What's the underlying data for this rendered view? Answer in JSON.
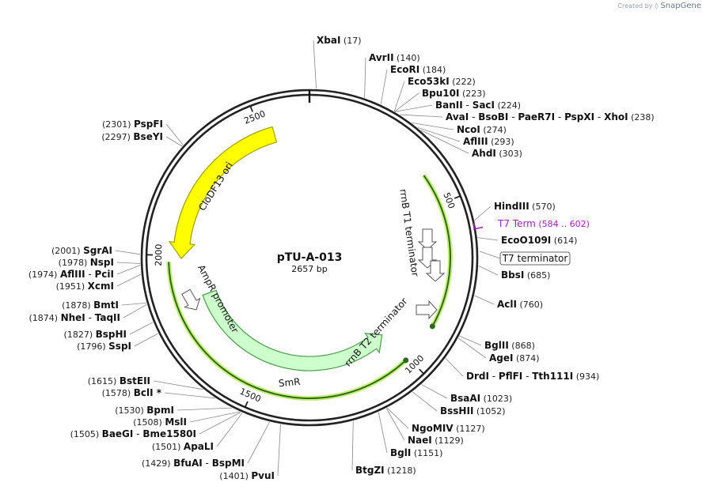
{
  "credit": {
    "prefix": "Created by",
    "brand": "SnapGene"
  },
  "plasmid": {
    "name": "pTU-A-013",
    "length_label": "2657 bp",
    "length": 2657
  },
  "ticks": [
    {
      "pos": 500,
      "label": "500"
    },
    {
      "pos": 1000,
      "label": "1000"
    },
    {
      "pos": 1500,
      "label": "1500"
    },
    {
      "pos": 2000,
      "label": "2000"
    },
    {
      "pos": 2500,
      "label": "2500"
    }
  ],
  "features": [
    {
      "name": "CloDF13 ori",
      "start": 2540,
      "end": 1990,
      "color": "#ffff00",
      "stroke": "#a0a000",
      "ring": "inner"
    },
    {
      "name": "SmR",
      "start": 1850,
      "end": 1010,
      "color": "#ccffcc",
      "stroke": "#4a9a4a",
      "ring": "inner"
    },
    {
      "name": "AmpR promoter",
      "start": 1920,
      "end": 1840,
      "color": "#ffffff",
      "stroke": "#555555",
      "ring": "inner"
    },
    {
      "name": "rrnB T1 terminator",
      "start": 660,
      "end": 690,
      "color": "#ffffff",
      "stroke": "#555555",
      "ring": "inner"
    },
    {
      "name": "rrnB T2 terminator",
      "start": 920,
      "end": 945,
      "color": "#ffffff",
      "stroke": "#555555",
      "ring": "inner"
    }
  ],
  "feature_labels": [
    {
      "text": "CloDF13 ori"
    },
    {
      "text": "AmpR promoter"
    },
    {
      "text": "rrnB T1 terminator"
    },
    {
      "text": "rrnB T2 terminator"
    },
    {
      "text": "SmR"
    }
  ],
  "t7": {
    "term_label": "T7 Term",
    "term_range": "(584 .. 602)",
    "terminator_box": "T7 terminator",
    "term_color": "#a020c0"
  },
  "right_sites": [
    {
      "names": [
        "XbaI"
      ],
      "pos": "(17)"
    },
    {
      "names": [
        "AvrII"
      ],
      "pos": "(140)"
    },
    {
      "names": [
        "EcoRI"
      ],
      "pos": "(184)"
    },
    {
      "names": [
        "Eco53kI"
      ],
      "pos": "(222)"
    },
    {
      "names": [
        "Bpu10I"
      ],
      "pos": "(223)"
    },
    {
      "names": [
        "BanII",
        "SacI"
      ],
      "pos": "(224)"
    },
    {
      "names": [
        "AvaI",
        "BsoBI",
        "PaeR7I",
        "PspXI",
        "XhoI"
      ],
      "pos": "(238)"
    },
    {
      "names": [
        "NcoI"
      ],
      "pos": "(274)"
    },
    {
      "names": [
        "AflIII"
      ],
      "pos": "(293)"
    },
    {
      "names": [
        "AhdI"
      ],
      "pos": "(303)"
    },
    {
      "names": [
        "HindIII"
      ],
      "pos": "(570)"
    },
    {
      "names": [
        "EcoO109I"
      ],
      "pos": "(614)"
    },
    {
      "names": [
        "BbsI"
      ],
      "pos": "(685)"
    },
    {
      "names": [
        "AclI"
      ],
      "pos": "(760)"
    },
    {
      "names": [
        "BglII"
      ],
      "pos": "(868)"
    },
    {
      "names": [
        "AgeI"
      ],
      "pos": "(874)"
    },
    {
      "names": [
        "DrdI",
        "PflFI",
        "Tth111I"
      ],
      "pos": "(934)"
    },
    {
      "names": [
        "BsaAI"
      ],
      "pos": "(1023)"
    },
    {
      "names": [
        "BssHII"
      ],
      "pos": "(1052)"
    },
    {
      "names": [
        "NgoMIV"
      ],
      "pos": "(1127)"
    },
    {
      "names": [
        "NaeI"
      ],
      "pos": "(1129)"
    },
    {
      "names": [
        "BglI"
      ],
      "pos": "(1151)"
    },
    {
      "names": [
        "BtgZI"
      ],
      "pos": "(1218)"
    }
  ],
  "left_sites": [
    {
      "names": [
        "PspFI"
      ],
      "pos": "(2301)"
    },
    {
      "names": [
        "BseYI"
      ],
      "pos": "(2297)"
    },
    {
      "names": [
        "SgrAI"
      ],
      "pos": "(2001)"
    },
    {
      "names": [
        "NspI"
      ],
      "pos": "(1978)"
    },
    {
      "names": [
        "AflIII",
        "PciI"
      ],
      "pos": "(1974)"
    },
    {
      "names": [
        "XcmI"
      ],
      "pos": "(1951)"
    },
    {
      "names": [
        "BmtI"
      ],
      "pos": "(1878)"
    },
    {
      "names": [
        "NheI",
        "TaqII"
      ],
      "pos": "(1874)"
    },
    {
      "names": [
        "BspHI"
      ],
      "pos": "(1827)"
    },
    {
      "names": [
        "SspI"
      ],
      "pos": "(1796)"
    },
    {
      "names": [
        "BstEII"
      ],
      "pos": "(1615)"
    },
    {
      "names": [
        "BclI *"
      ],
      "pos": "(1578)"
    },
    {
      "names": [
        "BpmI"
      ],
      "pos": "(1530)"
    },
    {
      "names": [
        "MslI"
      ],
      "pos": "(1508)"
    },
    {
      "names": [
        "BaeGI",
        "Bme1580I"
      ],
      "pos": "(1505)"
    },
    {
      "names": [
        "ApaLI"
      ],
      "pos": "(1501)"
    },
    {
      "names": [
        "BfuAI",
        "BspMI"
      ],
      "pos": "(1429)"
    },
    {
      "names": [
        "PvuI"
      ],
      "pos": "(1401)"
    }
  ],
  "colors": {
    "backbone": "#222222",
    "leader": "#888888"
  }
}
